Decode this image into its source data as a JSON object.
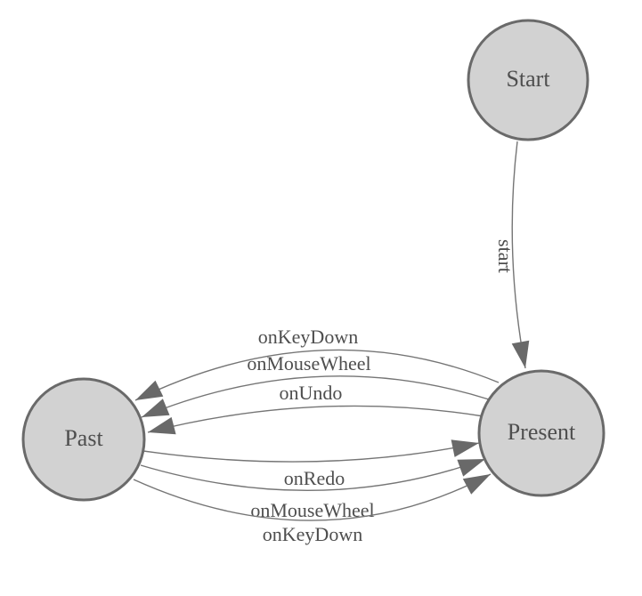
{
  "diagram": {
    "type": "state-machine",
    "background_color": "#ffffff",
    "colors": {
      "node_fill": "#d2d2d2",
      "node_border": "#6a6a6a",
      "edge_line": "#757575",
      "arrow_fill": "#696969",
      "text": "#4e4e4e"
    },
    "nodes": [
      {
        "id": "start",
        "label": "Start"
      },
      {
        "id": "past",
        "label": "Past"
      },
      {
        "id": "present",
        "label": "Present"
      }
    ],
    "edges": [
      {
        "from": "start",
        "to": "present",
        "label": "start"
      },
      {
        "from": "present",
        "to": "past",
        "label": "onKeyDown"
      },
      {
        "from": "present",
        "to": "past",
        "label": "onMouseWheel"
      },
      {
        "from": "present",
        "to": "past",
        "label": "onUndo"
      },
      {
        "from": "past",
        "to": "present",
        "label": "onRedo"
      },
      {
        "from": "past",
        "to": "present",
        "label": "onMouseWheel"
      },
      {
        "from": "past",
        "to": "present",
        "label": "onKeyDown"
      }
    ]
  }
}
